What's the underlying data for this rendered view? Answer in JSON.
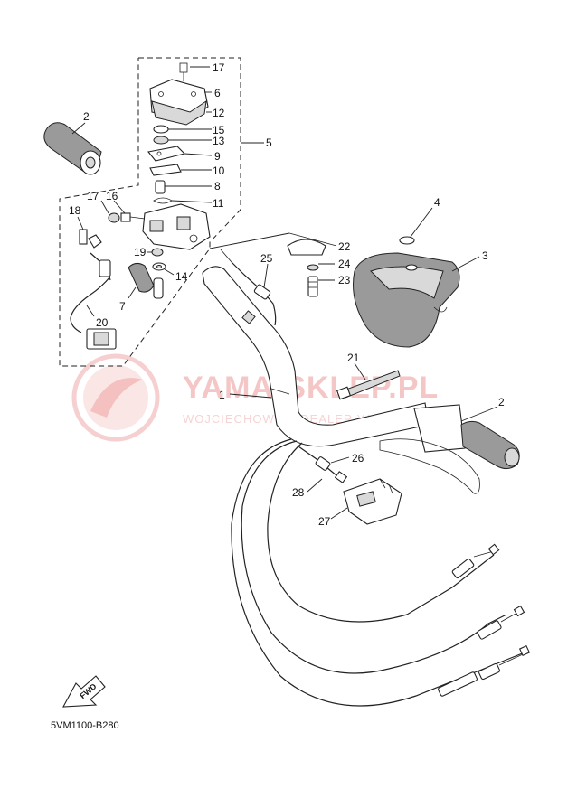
{
  "watermark": {
    "title": "YAMA-SKLEP.PL",
    "subtitle": "WOJCIECHOWICZ DEALER YAMAHA"
  },
  "diagram_code": "5VM1100-B280",
  "fwd_label": "FWD",
  "callouts": [
    {
      "label": "17"
    },
    {
      "label": "6"
    },
    {
      "label": "12"
    },
    {
      "label": "15"
    },
    {
      "label": "13"
    },
    {
      "label": "5"
    },
    {
      "label": "9"
    },
    {
      "label": "10"
    },
    {
      "label": "8"
    },
    {
      "label": "11"
    },
    {
      "label": "2"
    },
    {
      "label": "17"
    },
    {
      "label": "16"
    },
    {
      "label": "18"
    },
    {
      "label": "19"
    },
    {
      "label": "14"
    },
    {
      "label": "7"
    },
    {
      "label": "20"
    },
    {
      "label": "4"
    },
    {
      "label": "3"
    },
    {
      "label": "22"
    },
    {
      "label": "25"
    },
    {
      "label": "24"
    },
    {
      "label": "23"
    },
    {
      "label": "21"
    },
    {
      "label": "1"
    },
    {
      "label": "2"
    },
    {
      "label": "26"
    },
    {
      "label": "28"
    },
    {
      "label": "27"
    }
  ]
}
